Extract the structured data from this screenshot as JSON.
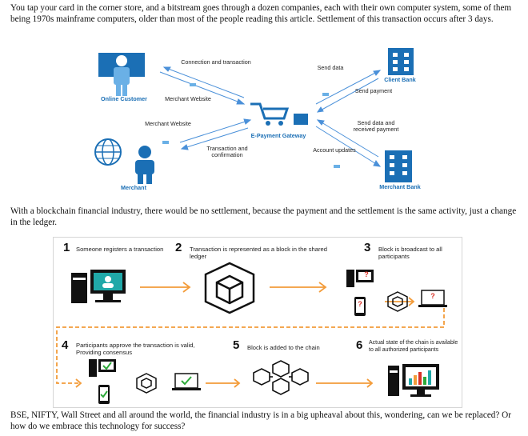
{
  "paragraphs": {
    "p1": "You tap your card in the corner store, and a bitstream goes through a dozen companies, each with their own computer system, some of them being 1970s mainframe computers, older than most of the people reading this article. Settlement of this transaction occurs after 3 days.",
    "p2": "With a blockchain financial industry, there would be no settlement, because the payment and the settlement is the same activity, just a change in the ledger.",
    "p3": "BSE, NIFTY, Wall Street and all around the world, the financial industry is in a big upheaval about this, wondering, can we be replaced? Or how do we embrace this technology for success?"
  },
  "figure1": {
    "online_customer": "Online Customer",
    "connection": "Connection and transaction",
    "merchant_website_top": "Merchant Website",
    "send_data": "Send data",
    "client_bank": "Client Bank",
    "send_payment": "Send payment",
    "gateway": "E-Payment Gateway",
    "merchant_website_left": "Merchant Website",
    "transaction_confirmation": "Transaction and confirmation",
    "send_received": "Send data and received payment",
    "account_updates": "Account updates",
    "merchant": "Merchant",
    "merchant_bank": "Merchant Bank",
    "colors": {
      "accent": "#1b6fb5",
      "arrow": "#4a90d9"
    }
  },
  "figure2": {
    "steps": [
      {
        "num": "1",
        "text": "Someone registers a transaction"
      },
      {
        "num": "2",
        "text": "Transaction is represented as a block in the shared ledger"
      },
      {
        "num": "3",
        "text": "Block is broadcast to all participants"
      },
      {
        "num": "4",
        "text": "Participants approve the transaction is valid, Providing consensus"
      },
      {
        "num": "5",
        "text": "Block is added to the chain"
      },
      {
        "num": "6",
        "text": "Actual state of the chain is available to all authorized participants"
      }
    ],
    "question_mark": "?",
    "colors": {
      "arrow": "#f39c3a",
      "teal": "#20a8a8",
      "check": "#2eaa3a",
      "red": "#d93025"
    }
  }
}
